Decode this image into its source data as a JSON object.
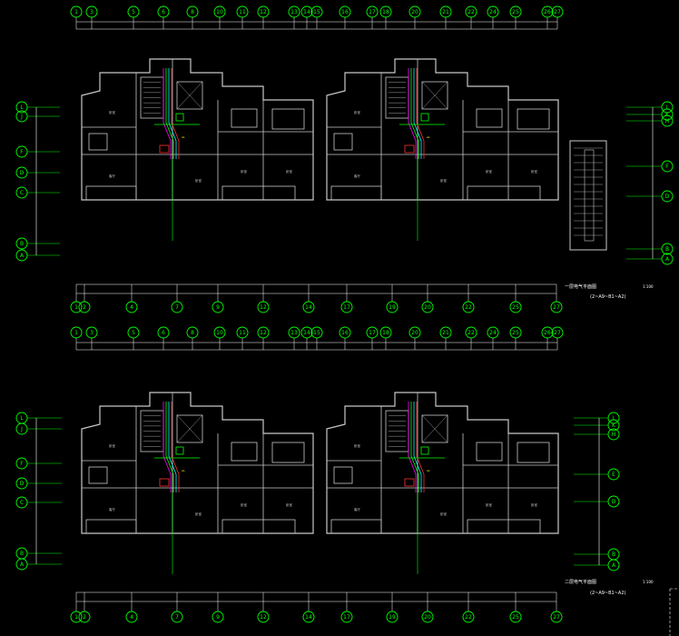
{
  "colors": {
    "background": "#000000",
    "wall": "#c8c8c8",
    "axis": "#00ff00",
    "dimension": "#ffffff",
    "pipe_magenta": "#ff00ff",
    "pipe_green": "#00ff00",
    "pipe_cyan": "#00ffff",
    "pipe_red": "#ff3030",
    "text_yellow": "#ffff00"
  },
  "axes_top": [
    "1",
    "3",
    "5",
    "6",
    "8",
    "10",
    "11",
    "12",
    "13",
    "14",
    "15",
    "16",
    "17",
    "18",
    "20",
    "21",
    "22",
    "24",
    "25",
    "26",
    "27"
  ],
  "axes_bottom": [
    "1",
    "2",
    "4",
    "7",
    "9",
    "12",
    "14",
    "17",
    "19",
    "20",
    "22",
    "25",
    "27"
  ],
  "rows_left": [
    "L",
    "J",
    "F",
    "D",
    "C",
    "B",
    "A"
  ],
  "rows_right_top": [
    "L",
    "K",
    "H",
    "F",
    "D",
    "B",
    "A"
  ],
  "rows_right_lower": [
    "L",
    "K",
    "H",
    "E",
    "D",
    "B",
    "A"
  ],
  "plan_top": {
    "title": "一层电气平面图",
    "scale": "1:100",
    "note": "(2~A9~B1~A2)"
  },
  "plan_bottom": {
    "title": "二层电气平面图",
    "scale": "1:100",
    "note": "(2~A9~B1~A2)"
  }
}
